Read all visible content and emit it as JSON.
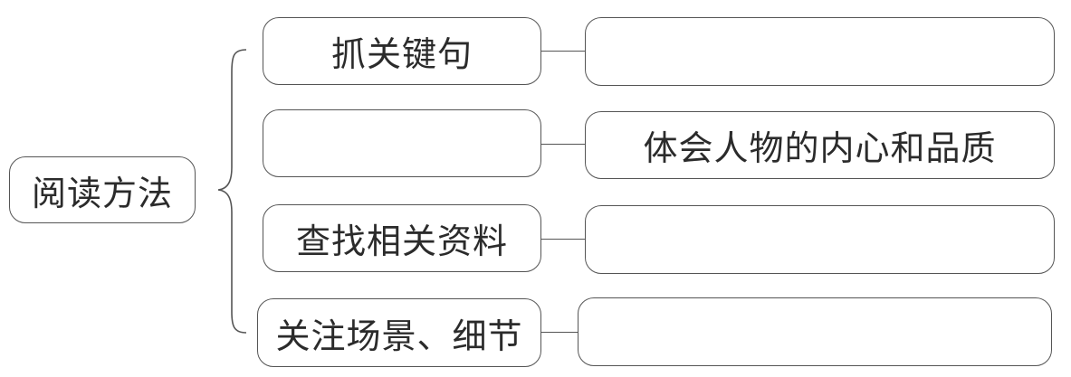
{
  "root": {
    "label": "阅读方法"
  },
  "rows": [
    {
      "method": "抓关键句",
      "result": ""
    },
    {
      "method": "",
      "result": "体会人物的内心和品质"
    },
    {
      "method": "查找相关资料",
      "result": ""
    },
    {
      "method": "关注场景、细节",
      "result": ""
    }
  ]
}
